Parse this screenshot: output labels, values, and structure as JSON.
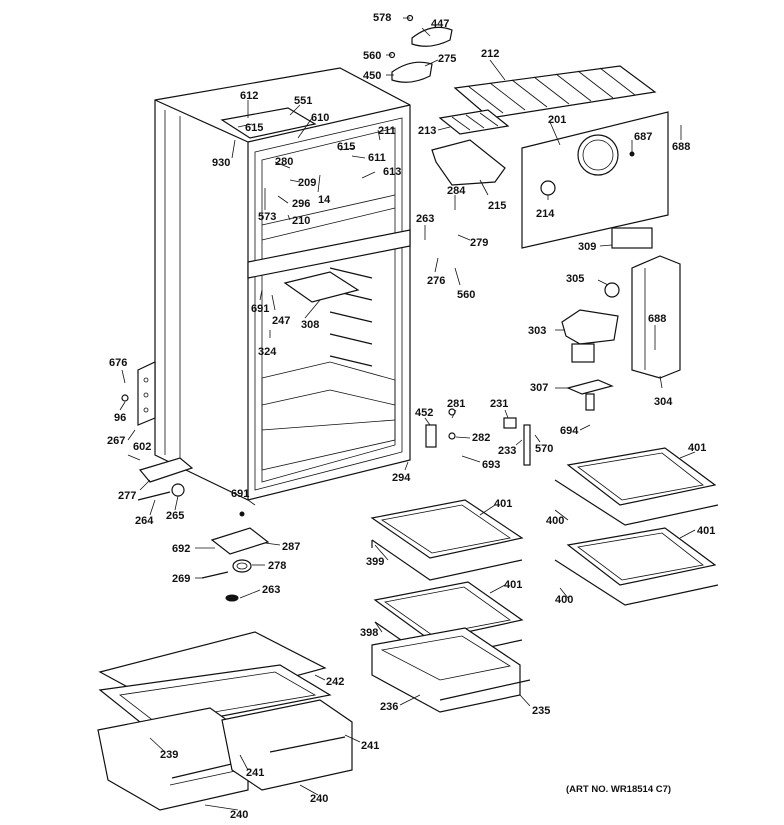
{
  "art_number": "(ART NO. WR18514 C7)",
  "part_labels": [
    "578",
    "447",
    "560",
    "275",
    "450",
    "212",
    "612",
    "551",
    "610",
    "201",
    "687",
    "688",
    "615",
    "211",
    "213",
    "930",
    "615",
    "611",
    "280",
    "209",
    "14",
    "613",
    "296",
    "573",
    "210",
    "284",
    "215",
    "214",
    "263",
    "279",
    "309",
    "276",
    "560",
    "691",
    "247",
    "308",
    "305",
    "324",
    "303",
    "688",
    "676",
    "304",
    "96",
    "307",
    "267",
    "602",
    "452",
    "281",
    "231",
    "282",
    "233",
    "570",
    "694",
    "693",
    "294",
    "277",
    "401",
    "264",
    "265",
    "691",
    "401",
    "400",
    "399",
    "692",
    "287",
    "278",
    "269",
    "263",
    "401",
    "401",
    "398",
    "400",
    "242",
    "236",
    "235",
    "239",
    "241",
    "241",
    "240",
    "240"
  ]
}
